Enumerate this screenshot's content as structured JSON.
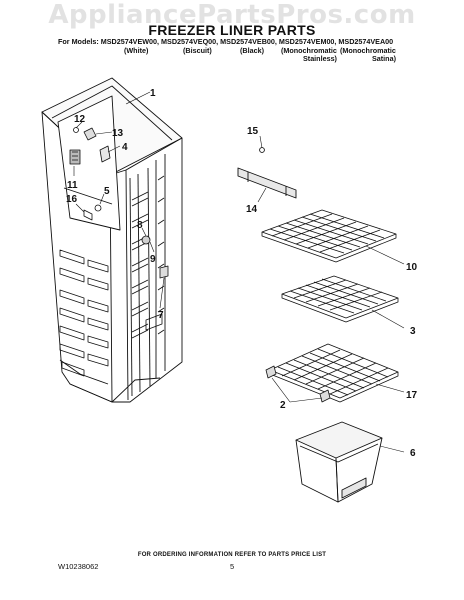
{
  "watermark": "AppliancePartsPros.com",
  "title": "FREEZER LINER PARTS",
  "models_line": "For Models: MSD2574VEW00, MSD2574VEQ00, MSD2574VEB00, MSD2574VEM00, MSD2574VEA00",
  "variants": [
    "(White)",
    "(Biscuit)",
    "(Black)",
    "(Monochromatic",
    "(Monochromatic"
  ],
  "variants_line2": [
    "Stainless)",
    "Satina)"
  ],
  "callouts": [
    "1",
    "12",
    "13",
    "4",
    "11",
    "5",
    "16",
    "8",
    "9",
    "7",
    "15",
    "14",
    "10",
    "3",
    "2",
    "17",
    "6"
  ],
  "footer_note": "FOR ORDERING INFORMATION REFER TO PARTS PRICE LIST",
  "doc_number": "W10238062",
  "page_number": "5"
}
